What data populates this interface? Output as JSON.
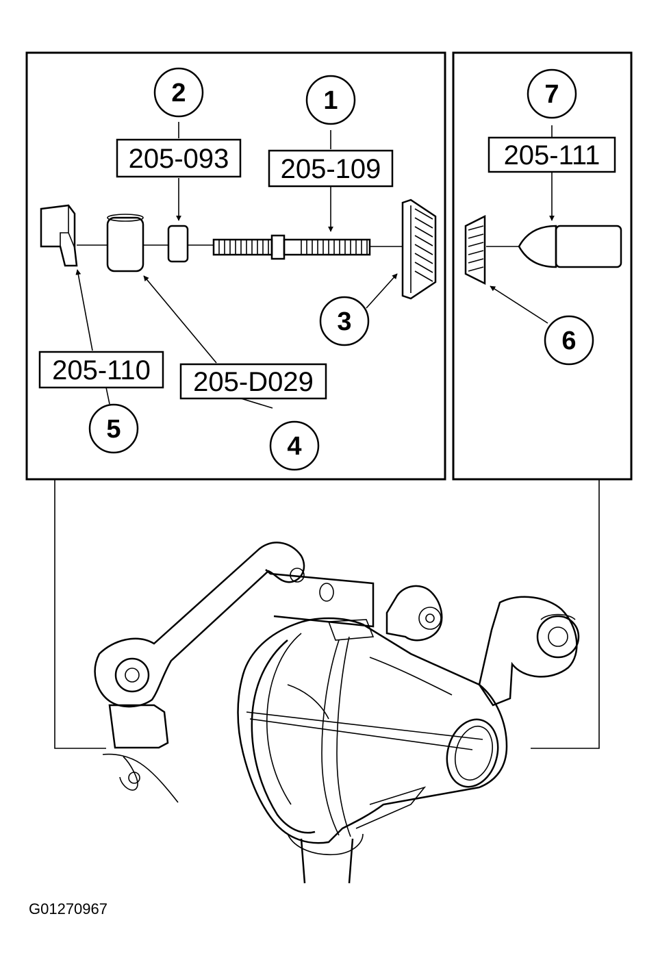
{
  "figure_id": "G01270967",
  "callouts": [
    {
      "number": "1",
      "tool": "205-109"
    },
    {
      "number": "2",
      "tool": "205-093"
    },
    {
      "number": "3",
      "tool": ""
    },
    {
      "number": "4",
      "tool": "205-D029"
    },
    {
      "number": "5",
      "tool": "205-110"
    },
    {
      "number": "6",
      "tool": ""
    },
    {
      "number": "7",
      "tool": "205-111"
    }
  ]
}
